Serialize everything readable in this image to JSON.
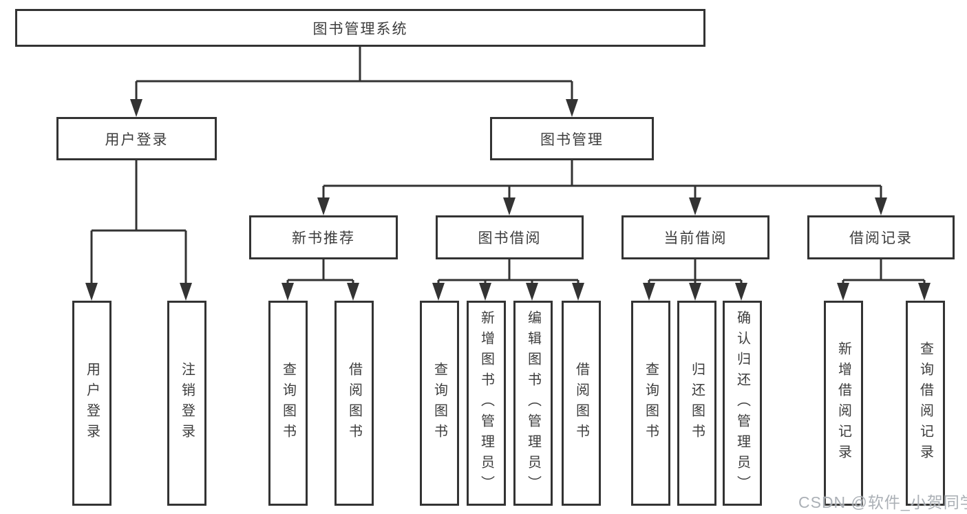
{
  "diagram": {
    "root": {
      "label": "图书管理系统"
    },
    "level2": [
      {
        "label": "用户登录"
      },
      {
        "label": "图书管理"
      }
    ],
    "level3": [
      {
        "label": "新书推荐",
        "parent": "图书管理"
      },
      {
        "label": "图书借阅",
        "parent": "图书管理"
      },
      {
        "label": "当前借阅",
        "parent": "图书管理"
      },
      {
        "label": "借阅记录",
        "parent": "图书管理"
      }
    ],
    "leaves": [
      {
        "label": "用户登录",
        "parent": "用户登录"
      },
      {
        "label": "注销登录",
        "parent": "用户登录"
      },
      {
        "label": "查询图书",
        "parent": "新书推荐"
      },
      {
        "label": "借阅图书",
        "parent": "新书推荐"
      },
      {
        "label": "查询图书",
        "parent": "图书借阅"
      },
      {
        "label": "新增图书（管理员）",
        "parent": "图书借阅"
      },
      {
        "label": "编辑图书（管理员）",
        "parent": "图书借阅"
      },
      {
        "label": "借阅图书",
        "parent": "图书借阅"
      },
      {
        "label": "查询图书",
        "parent": "当前借阅"
      },
      {
        "label": "归还图书",
        "parent": "当前借阅"
      },
      {
        "label": "确认归还（管理员）",
        "parent": "当前借阅"
      },
      {
        "label": "新增借阅记录",
        "parent": "借阅记录"
      },
      {
        "label": "查询借阅记录",
        "parent": "借阅记录"
      }
    ]
  },
  "watermark": {
    "text": "CSDN @软件_小贺同学"
  },
  "colors": {
    "line": "#333333",
    "box_border": "#333333",
    "box_fill": "#ffffff",
    "text": "#3d3d3d",
    "watermark": "#a4a9b0",
    "background": "#ffffff"
  }
}
